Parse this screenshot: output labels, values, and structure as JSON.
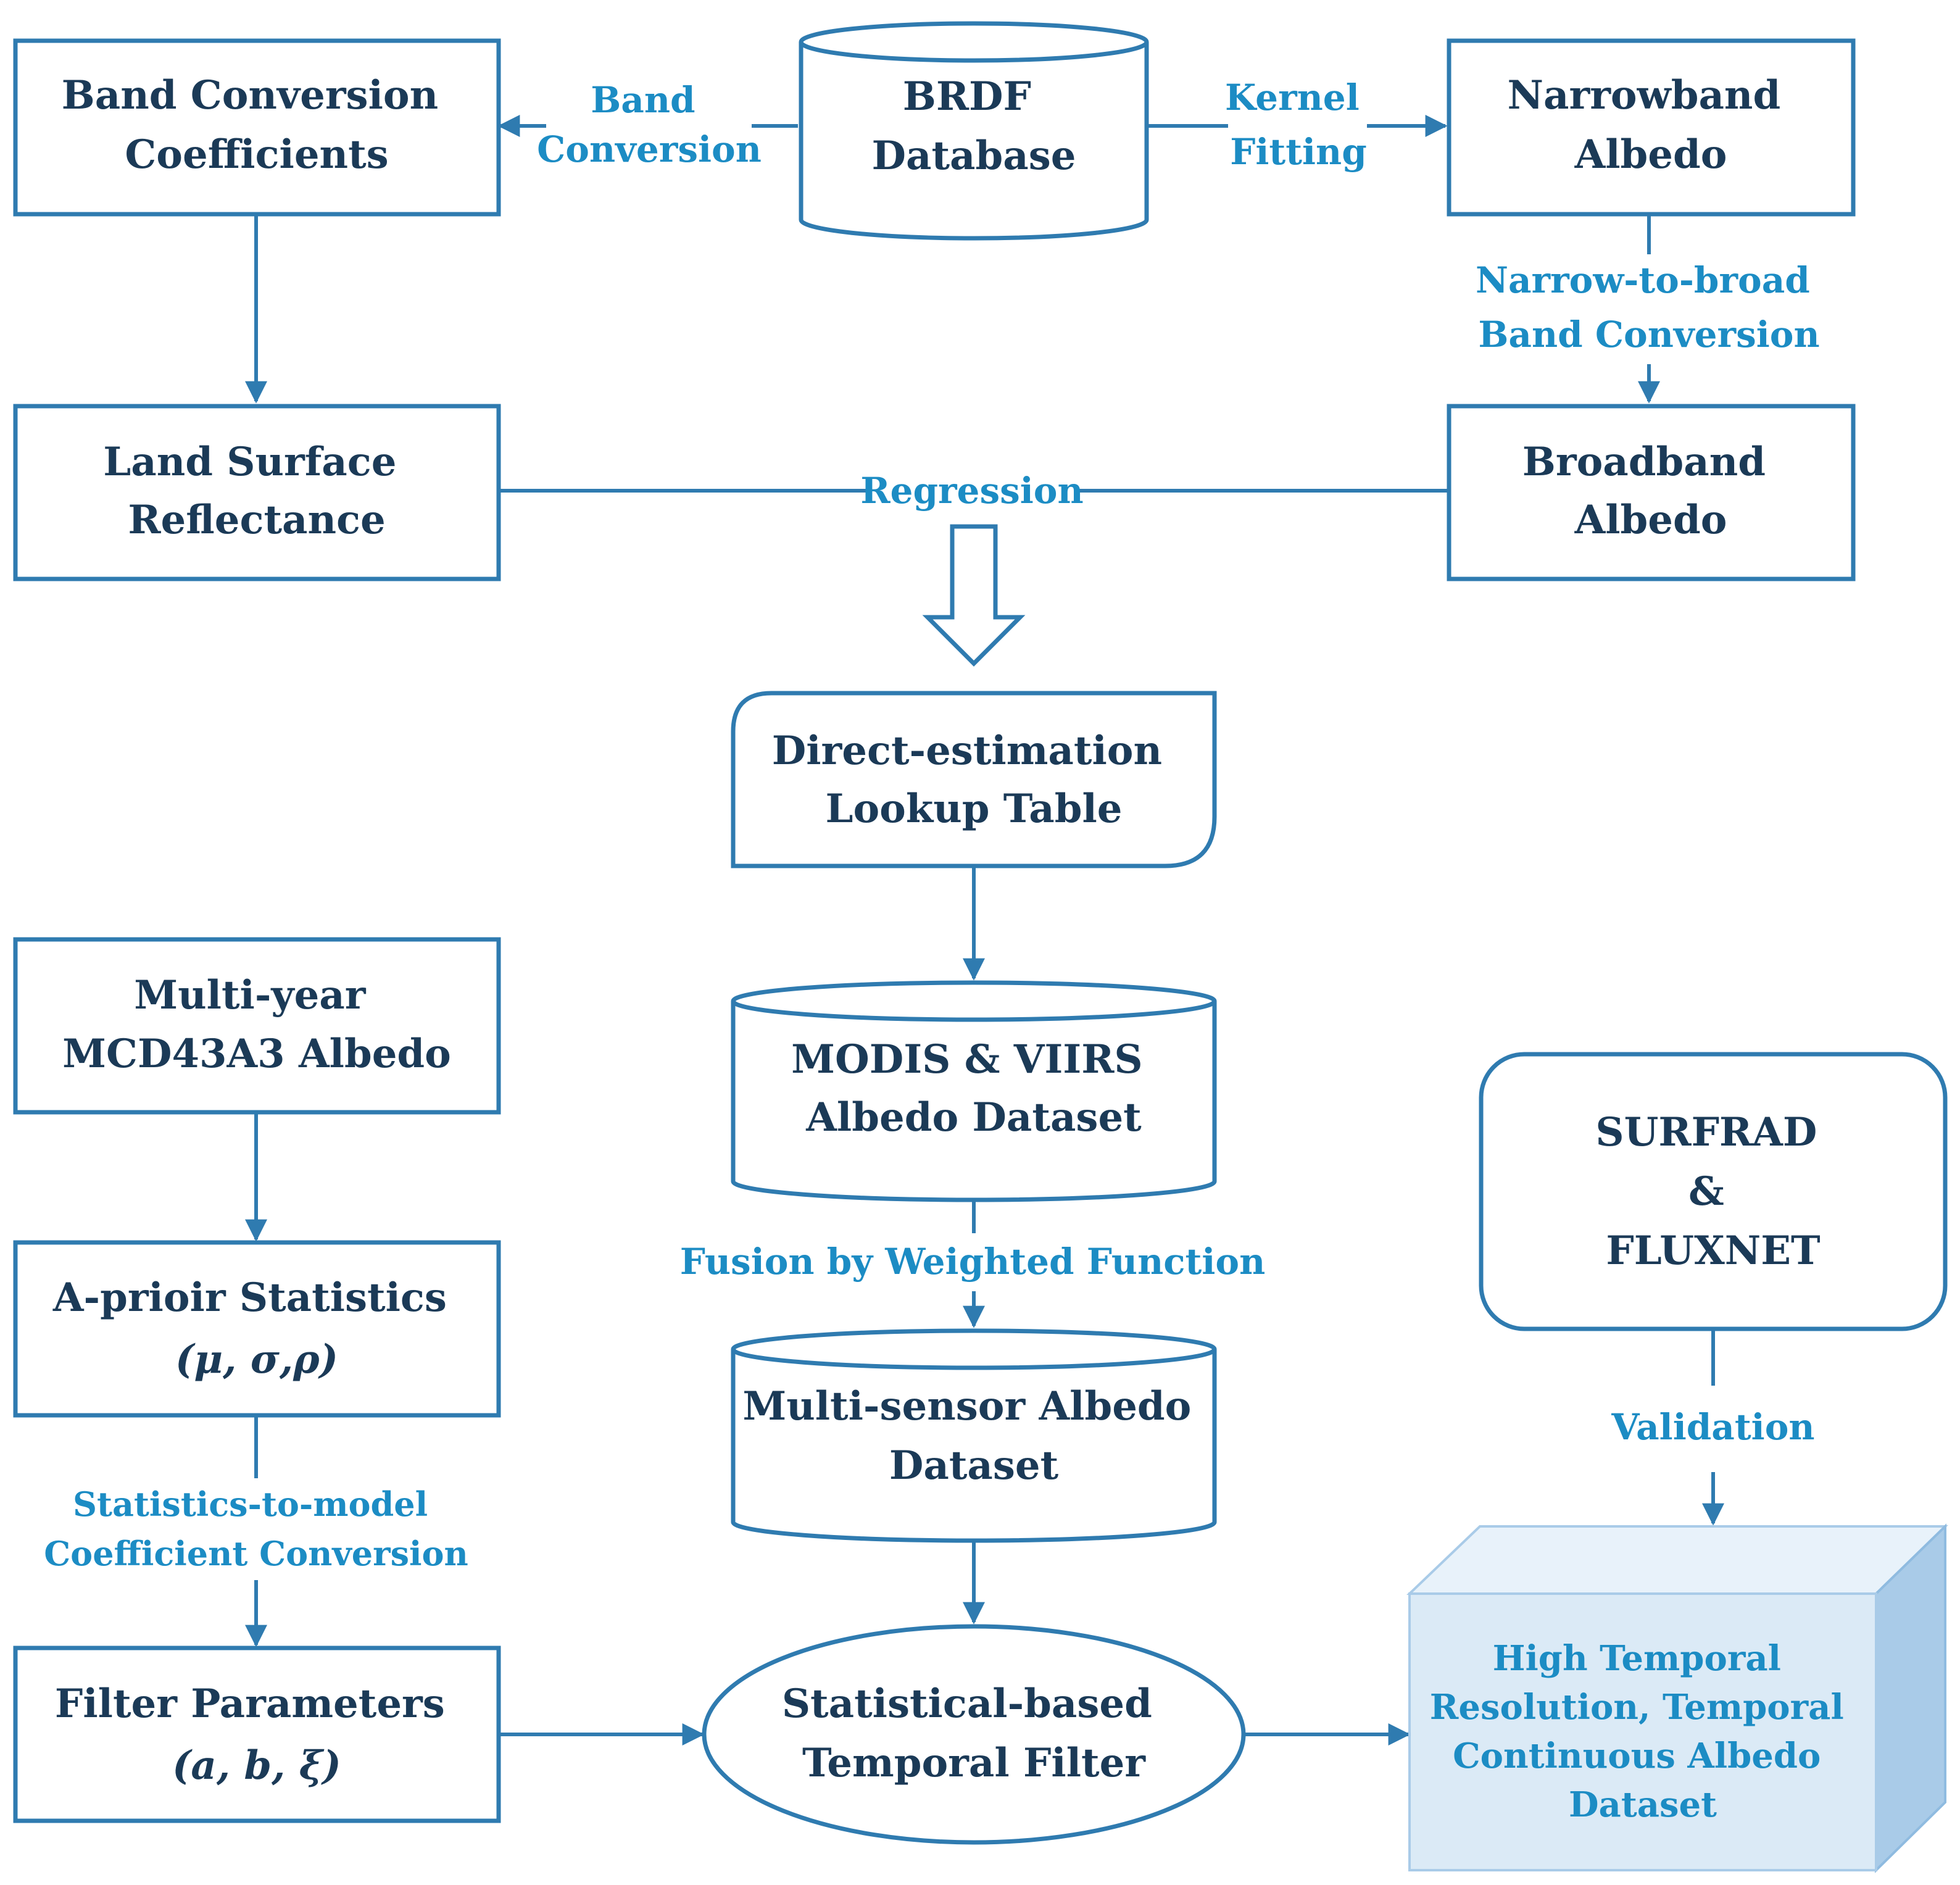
{
  "colors": {
    "stroke": "#2f7bb0",
    "node_text": "#1b3a57",
    "edge_text": "#1c8cc4",
    "output_fill": "#dbeaf6",
    "output_side": "#a9cbe8"
  },
  "nodes": {
    "band_conversion_coefficients": [
      "Band Conversion",
      "Coefficients"
    ],
    "brdf_database": [
      "BRDF",
      "Database"
    ],
    "narrowband_albedo": [
      "Narrowband",
      "Albedo"
    ],
    "land_surface_reflectance": [
      "Land Surface",
      "Reflectance"
    ],
    "broadband_albedo": [
      "Broadband",
      "Albedo"
    ],
    "lookup_table": [
      "Direct-estimation",
      "Lookup Table"
    ],
    "multi_year_albedo": [
      "Multi-year",
      "MCD43A3 Albedo"
    ],
    "modis_viirs_dataset": [
      "MODIS & VIIRS",
      "Albedo Dataset"
    ],
    "surfrad_fluxnet": [
      "SURFRAD",
      "&",
      "FLUXNET"
    ],
    "apriori_statistics": [
      "A-prioir Statistics",
      "(μ, σ,ρ)"
    ],
    "multi_sensor_dataset": [
      "Multi-sensor Albedo",
      "Dataset"
    ],
    "filter_parameters": [
      "Filter Parameters",
      "(a, b, ξ)"
    ],
    "temporal_filter": [
      "Statistical-based",
      "Temporal Filter"
    ],
    "output_dataset": [
      "High Temporal",
      "Resolution, Temporal",
      "Continuous Albedo",
      "Dataset"
    ]
  },
  "edges": {
    "band_conversion": [
      "Band",
      "Conversion"
    ],
    "kernel_fitting": [
      "Kernel",
      "Fitting"
    ],
    "narrow_to_broad": [
      "Narrow-to-broad",
      "Band Conversion"
    ],
    "regression": [
      "Regression"
    ],
    "fusion": [
      "Fusion by Weighted Function"
    ],
    "statistics_to_model": [
      "Statistics-to-model",
      "Coefficient Conversion"
    ],
    "validation": [
      "Validation"
    ]
  }
}
